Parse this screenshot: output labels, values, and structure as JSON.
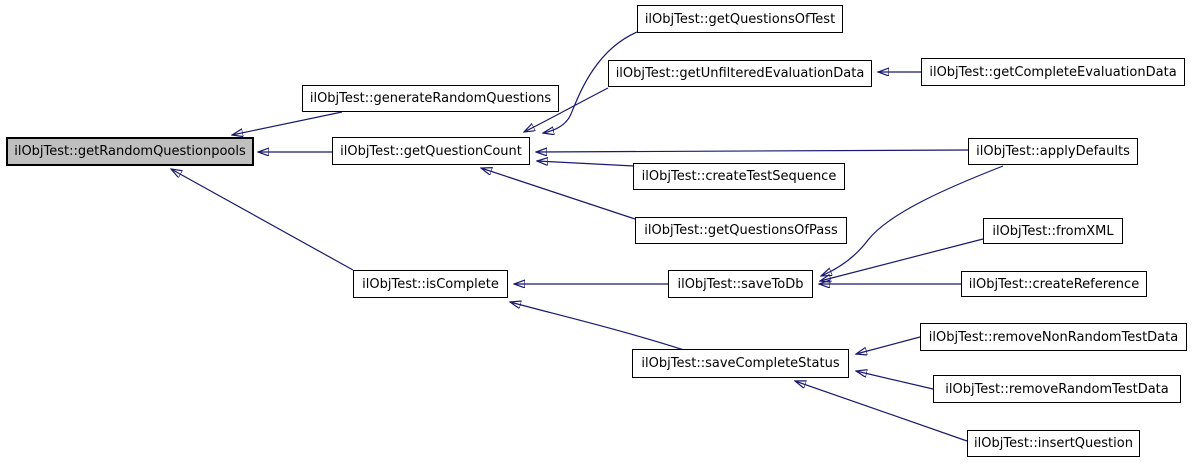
{
  "diagram": {
    "type": "caller-graph",
    "colors": {
      "edge": "#191970",
      "node_border": "#000000",
      "node_fill": "#ffffff",
      "highlight_node_fill": "#bfbfbf",
      "background": "#ffffff",
      "text": "#000000"
    },
    "nodes": {
      "getRandomQuestionpools": {
        "label": "ilObjTest::getRandomQuestionpools",
        "highlighted": true
      },
      "generateRandomQuestions": {
        "label": "ilObjTest::generateRandomQuestions",
        "highlighted": false
      },
      "getQuestionsOfTest": {
        "label": "ilObjTest::getQuestionsOfTest",
        "highlighted": false
      },
      "getUnfilteredEvaluationData万": {
        "label": "",
        "highlighted": false
      },
      "getUnfilteredEvaluationData": {
        "label": "ilObjTest::getUnfilteredEvaluationData",
        "highlighted": false
      },
      "getCompleteEvaluationData": {
        "label": "ilObjTest::getCompleteEvaluationData",
        "highlighted": false
      },
      "getQuestionCount": {
        "label": "ilObjTest::getQuestionCount",
        "highlighted": false
      },
      "createTestSequence": {
        "label": "ilObjTest::createTestSequence",
        "highlighted": false
      },
      "getQuestionsOfPass": {
        "label": "ilObjTest::getQuestionsOfPass",
        "highlighted": false
      },
      "applyDefaults": {
        "label": "ilObjTest::applyDefaults",
        "highlighted": false
      },
      "fromXML": {
        "label": "ilObjTest::fromXML",
        "highlighted": false
      },
      "isComplete": {
        "label": "ilObjTest::isComplete",
        "highlighted": false
      },
      "saveToDb": {
        "label": "ilObjTest::saveToDb",
        "highlighted": false
      },
      "createReference": {
        "label": "ilObjTest::createReference",
        "highlighted": false
      },
      "saveCompleteStatus": {
        "label": "ilObjTest::saveCompleteStatus",
        "highlighted": false
      },
      "removeNonRandomTestData": {
        "label": "ilObjTest::removeNonRandomTestData",
        "highlighted": false
      },
      "removeRandomTestData": {
        "label": "ilObjTest::removeRandomTestData",
        "highlighted": false
      },
      "insertQuestion": {
        "label": "ilObjTest::insertQuestion",
        "highlighted": false
      }
    },
    "edges": [
      {
        "from": "generateRandomQuestions",
        "to": "getRandomQuestionpools"
      },
      {
        "from": "getQuestionCount",
        "to": "getRandomQuestionpools"
      },
      {
        "from": "isComplete",
        "to": "getRandomQuestionpools"
      },
      {
        "from": "getQuestionsOfTest",
        "to": "getQuestionCount"
      },
      {
        "from": "getUnfilteredEvaluationData",
        "to": "getQuestionCount"
      },
      {
        "from": "getCompleteEvaluationData",
        "to": "getUnfilteredEvaluationData"
      },
      {
        "from": "applyDefaults",
        "to": "getQuestionCount"
      },
      {
        "from": "createTestSequence",
        "to": "getQuestionCount"
      },
      {
        "from": "getQuestionsOfPass",
        "to": "getQuestionCount"
      },
      {
        "from": "applyDefaults",
        "to": "saveToDb"
      },
      {
        "from": "fromXML",
        "to": "saveToDb"
      },
      {
        "from": "createReference",
        "to": "saveToDb"
      },
      {
        "from": "saveToDb",
        "to": "isComplete"
      },
      {
        "from": "saveCompleteStatus",
        "to": "isComplete"
      },
      {
        "from": "removeNonRandomTestData",
        "to": "saveCompleteStatus"
      },
      {
        "from": "removeRandomTestData",
        "to": "saveCompleteStatus"
      },
      {
        "from": "insertQuestion",
        "to": "saveCompleteStatus"
      }
    ]
  }
}
